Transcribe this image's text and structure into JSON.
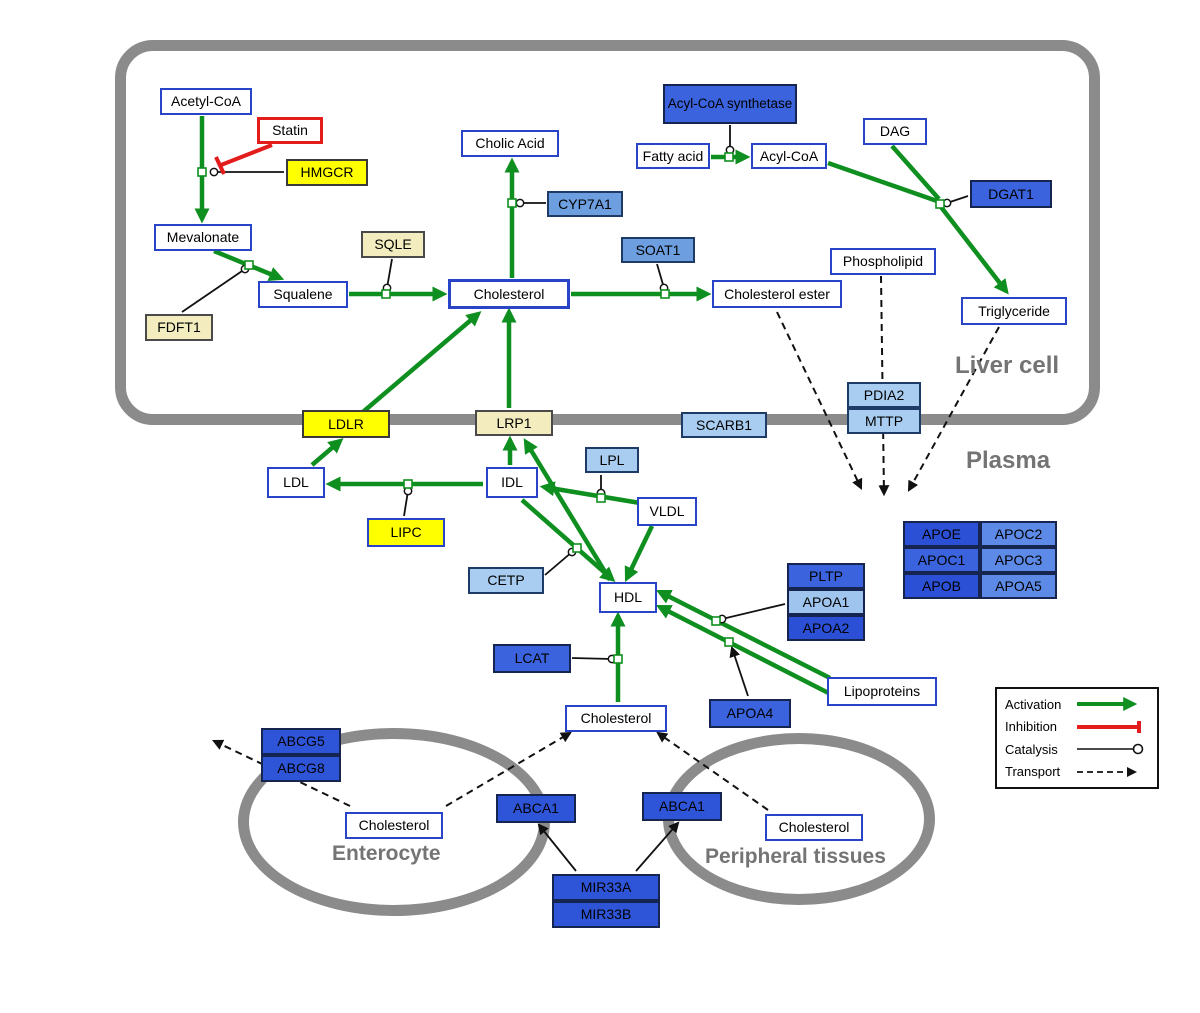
{
  "compartments": {
    "liver": "Liver cell",
    "plasma": "Plasma",
    "enterocyte": "Enterocyte",
    "peripheral": "Peripheral tissues"
  },
  "nodes": {
    "acetyl_coa": "Acetyl-CoA",
    "statin": "Statin",
    "hmgcr": "HMGCR",
    "mevalonate": "Mevalonate",
    "sqle": "SQLE",
    "fdft1": "FDFT1",
    "squalene": "Squalene",
    "cholesterol_liver": "Cholesterol",
    "cholic_acid": "Cholic Acid",
    "cyp7a1": "CYP7A1",
    "soat1": "SOAT1",
    "cholesterol_ester": "Cholesterol ester",
    "acyl_coa_synthetase": "Acyl-CoA synthetase",
    "fatty_acid": "Fatty acid",
    "acyl_coa": "Acyl-CoA",
    "dag": "DAG",
    "dgat1": "DGAT1",
    "phospholipid": "Phospholipid",
    "triglyceride": "Triglyceride",
    "ldlr": "LDLR",
    "lrp1": "LRP1",
    "scarb1": "SCARB1",
    "pdia2": "PDIA2",
    "mttp": "MTTP",
    "ldl": "LDL",
    "idl": "IDL",
    "lpl": "LPL",
    "vldl": "VLDL",
    "lipc": "LIPC",
    "cetp": "CETP",
    "hdl": "HDL",
    "lcat": "LCAT",
    "pltp": "PLTP",
    "apoa1": "APOA1",
    "apoa2": "APOA2",
    "apoa4": "APOA4",
    "lipoproteins": "Lipoproteins",
    "apoe": "APOE",
    "apoc2": "APOC2",
    "apoc1": "APOC1",
    "apoc3": "APOC3",
    "apob": "APOB",
    "apoa5": "APOA5",
    "cholesterol_plasma": "Cholesterol",
    "abcg5": "ABCG5",
    "abcg8": "ABCG8",
    "cholesterol_enterocyte": "Cholesterol",
    "abca1_enterocyte": "ABCA1",
    "abca1_peripheral": "ABCA1",
    "cholesterol_peripheral": "Cholesterol",
    "mir33a": "MIR33A",
    "mir33b": "MIR33B"
  },
  "legend": {
    "activation": "Activation",
    "inhibition": "Inhibition",
    "catalysis": "Catalysis",
    "transport": "Transport"
  },
  "colors": {
    "activation_green": "#0f8f1f",
    "inhibition_red": "#e31c1c",
    "metabolite_border_blue": "#2a44c8",
    "gene_blue": "#3a63dd",
    "gene_light_blue": "#a9cdf0",
    "gene_medium_blue": "#6d9fe0",
    "enzyme_yellow": "#ffff00",
    "enzyme_cream": "#f2ecbe",
    "compartment_gray": "#8b8b8b"
  }
}
